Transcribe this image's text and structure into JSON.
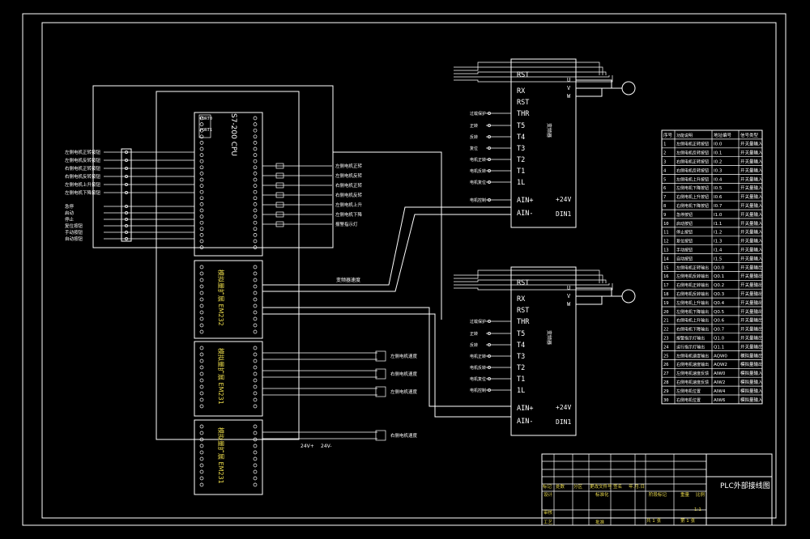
{
  "plc": {
    "cpu_model": "S7-200 CPU",
    "port0": "PORT0",
    "port1": "PORT1",
    "module1": "模拟量扩展 EM232",
    "module2": "模拟量扩展 EM231",
    "module3": "模拟量扩展 EM231"
  },
  "inverter1": {
    "side_label": "变频器",
    "terminals_left": [
      "RST",
      "RX",
      "RST",
      "THR",
      "T5",
      "T4",
      "T3",
      "T2",
      "T1",
      "1L",
      "AIN+",
      "AIN-"
    ],
    "terminals_right": [
      "U",
      "V",
      "W",
      "+24V",
      "DIN1"
    ],
    "input_labels": [
      "过载保护",
      "正转",
      "反转",
      "复位",
      "电机正转",
      "电机反转",
      "电机复位",
      "电机控制"
    ]
  },
  "inverter2": {
    "side_label": "变频器",
    "terminals_left": [
      "RST",
      "RX",
      "RST",
      "THR",
      "T5",
      "T4",
      "T3",
      "T2",
      "T1",
      "1L",
      "AIN+",
      "AIN-"
    ],
    "terminals_right": [
      "U",
      "V",
      "W",
      "+24V",
      "DIN1"
    ],
    "input_labels": [
      "过载保护",
      "正转",
      "反转",
      "电机正转",
      "电机反转",
      "电机复位",
      "电机控制"
    ]
  },
  "left_inputs": {
    "group1": [
      "左侧电机正转按钮",
      "左侧电机反转按钮",
      "右侧电机正转按钮",
      "右侧电机反转按钮",
      "左侧电机上升按钮",
      "左侧电机下降按钮"
    ],
    "group2": [
      "急停",
      "启动",
      "停止",
      "复位按钮",
      "手动按钮",
      "自动按钮"
    ]
  },
  "right_outputs": [
    "左侧电机正转",
    "左侧电机反转",
    "右侧电机正转",
    "右侧电机反转",
    "左侧电机上升",
    "左侧电机下降",
    "报警指示灯"
  ],
  "mid_label": "变频器速度",
  "analog_outputs": [
    "左侧电机速度",
    "右侧电机速度",
    "左侧电机速度",
    "右侧电机速度"
  ],
  "bottom_labels": [
    "24V+",
    "24V-"
  ],
  "io_table": {
    "headers": [
      "序号",
      "功能说明",
      "地址编号",
      "信号类型"
    ],
    "rows": [
      [
        "1",
        "左侧电机正转按钮",
        "I0.0",
        "开关量输入"
      ],
      [
        "2",
        "左侧电机反转按钮",
        "I0.1",
        "开关量输入"
      ],
      [
        "3",
        "右侧电机正转按钮",
        "I0.2",
        "开关量输入"
      ],
      [
        "4",
        "右侧电机反转按钮",
        "I0.3",
        "开关量输入"
      ],
      [
        "5",
        "左侧电机上升按钮",
        "I0.4",
        "开关量输入"
      ],
      [
        "6",
        "左侧电机下降按钮",
        "I0.5",
        "开关量输入"
      ],
      [
        "7",
        "右侧电机上升按钮",
        "I0.6",
        "开关量输入"
      ],
      [
        "8",
        "右侧电机下降按钮",
        "I0.7",
        "开关量输入"
      ],
      [
        "9",
        "急停按钮",
        "I1.0",
        "开关量输入"
      ],
      [
        "10",
        "启动按钮",
        "I1.1",
        "开关量输入"
      ],
      [
        "11",
        "停止按钮",
        "I1.2",
        "开关量输入"
      ],
      [
        "12",
        "复位按钮",
        "I1.3",
        "开关量输入"
      ],
      [
        "13",
        "手动按钮",
        "I1.4",
        "开关量输入"
      ],
      [
        "14",
        "自动按钮",
        "I1.5",
        "开关量输入"
      ],
      [
        "15",
        "左侧电机正转输出",
        "Q0.0",
        "开关量输出"
      ],
      [
        "16",
        "左侧电机反转输出",
        "Q0.1",
        "开关量输出"
      ],
      [
        "17",
        "右侧电机正转输出",
        "Q0.2",
        "开关量输出"
      ],
      [
        "18",
        "右侧电机反转输出",
        "Q0.3",
        "开关量输出"
      ],
      [
        "19",
        "左侧电机上升输出",
        "Q0.4",
        "开关量输出"
      ],
      [
        "20",
        "左侧电机下降输出",
        "Q0.5",
        "开关量输出"
      ],
      [
        "21",
        "右侧电机上升输出",
        "Q0.6",
        "开关量输出"
      ],
      [
        "22",
        "右侧电机下降输出",
        "Q0.7",
        "开关量输出"
      ],
      [
        "23",
        "报警指示灯输出",
        "Q1.0",
        "开关量输出"
      ],
      [
        "24",
        "运行指示灯输出",
        "Q1.1",
        "开关量输出"
      ],
      [
        "25",
        "左侧电机速度输出",
        "AQW0",
        "模拟量输出"
      ],
      [
        "26",
        "右侧电机速度输出",
        "AQW2",
        "模拟量输出"
      ],
      [
        "27",
        "左侧电机速度反馈",
        "AIW0",
        "模拟量输入"
      ],
      [
        "28",
        "右侧电机速度反馈",
        "AIW2",
        "模拟量输入"
      ],
      [
        "29",
        "左侧电机位置",
        "AIW4",
        "模拟量输入"
      ],
      [
        "30",
        "右侧电机位置",
        "AIW6",
        "模拟量输入"
      ]
    ]
  },
  "title_block": {
    "drawing_title": "PLC外部接线图",
    "cells": [
      "标记",
      "处数",
      "分区",
      "更改文件号",
      "签名",
      "年.月.日",
      "设计",
      "标准化",
      "阶段标记",
      "重量",
      "比例",
      "1:1",
      "审核",
      "工艺",
      "批准",
      "共 1 张",
      "第 1 张"
    ]
  }
}
